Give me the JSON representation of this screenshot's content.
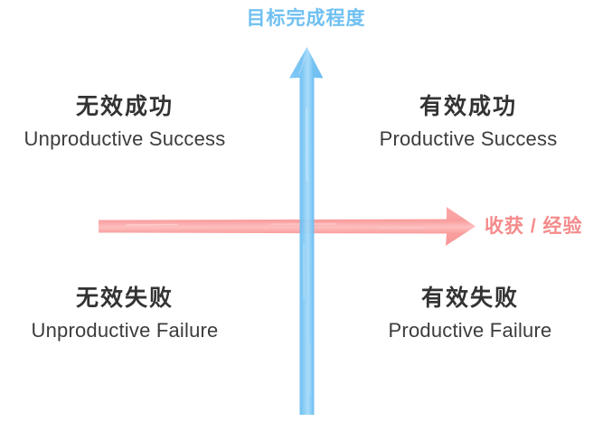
{
  "chart_data": {
    "type": "scatter",
    "title": "",
    "subtitle": "",
    "xlabel": "收获 / 经验",
    "ylabel": "目标完成程度",
    "grid": false,
    "legend": "none",
    "x": [],
    "values": [],
    "annotations": [
      {
        "quadrant": "top-left",
        "label_cn": "无效成功",
        "label_en": "Unproductive Success"
      },
      {
        "quadrant": "top-right",
        "label_cn": "有效成功",
        "label_en": "Productive Success"
      },
      {
        "quadrant": "bottom-left",
        "label_cn": "无效失败",
        "label_en": "Unproductive Failure"
      },
      {
        "quadrant": "bottom-right",
        "label_cn": "有效失败",
        "label_en": "Productive Failure"
      }
    ],
    "axes": {
      "y": {
        "label": "目标完成程度",
        "color": "#6FC0F2",
        "direction": "up"
      },
      "x": {
        "label": "收获 / 经验",
        "color": "#F58B8B",
        "direction": "right"
      }
    }
  },
  "axes": {
    "vertical": {
      "title": "目标完成程度",
      "color": "#6FC0F2"
    },
    "horizontal": {
      "title": "收获 / 经验",
      "color": "#F58B8B"
    }
  },
  "quadrants": {
    "top_left": {
      "cn": "无效成功",
      "en": "Unproductive Success"
    },
    "top_right": {
      "cn": "有效成功",
      "en": "Productive Success"
    },
    "bottom_left": {
      "cn": "无效失败",
      "en": "Unproductive Failure"
    },
    "bottom_right": {
      "cn": "有效失败",
      "en": "Productive Failure"
    }
  },
  "colors": {
    "blue_axis": "#6FC0F2",
    "pink_axis": "#F58B8B",
    "pink_axis_fill": "#F99B9B",
    "text_dark": "#333333",
    "background": "#FFFFFF"
  }
}
